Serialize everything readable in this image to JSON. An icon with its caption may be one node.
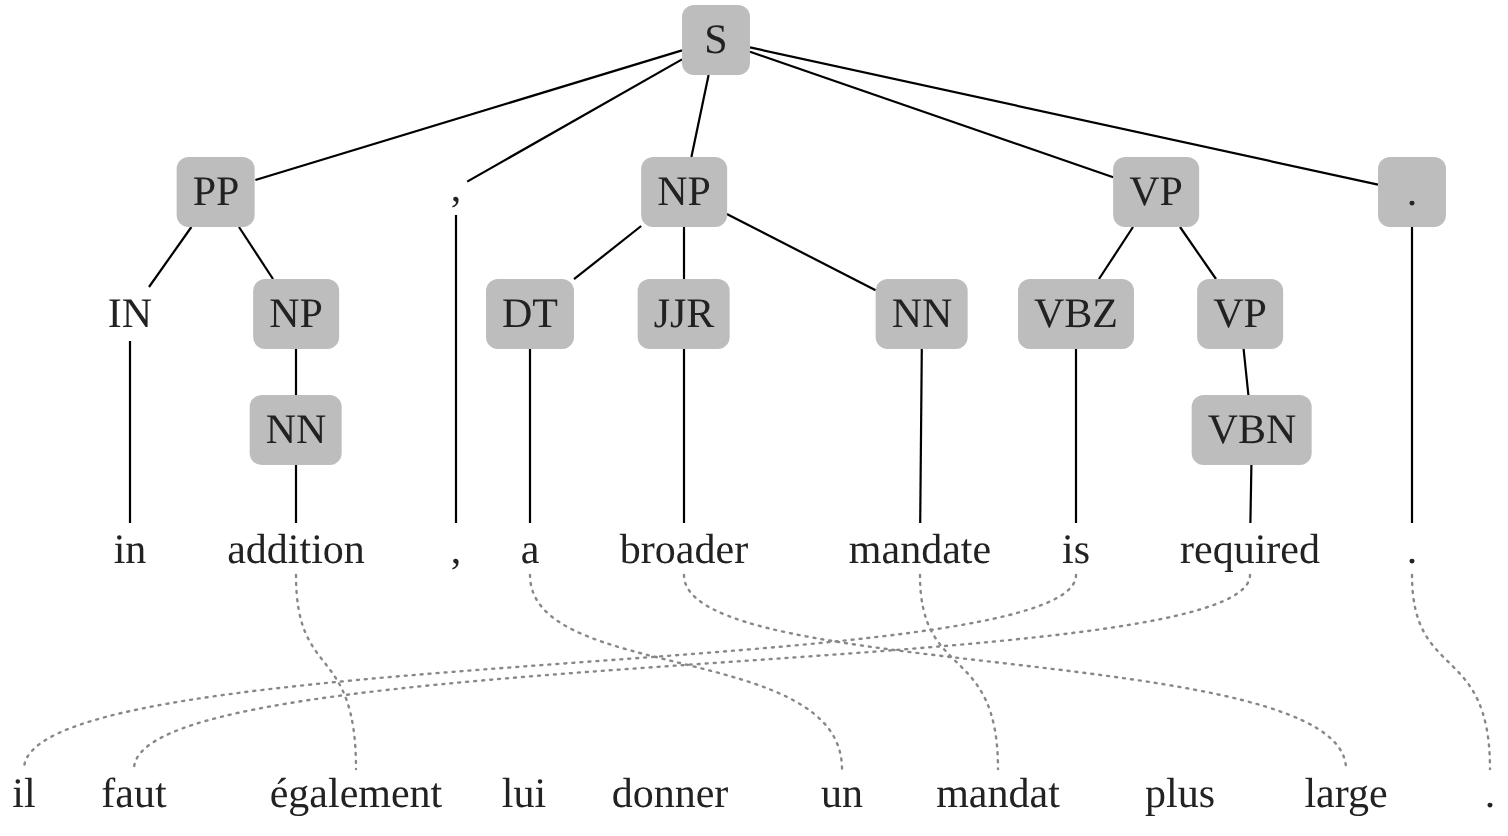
{
  "diagram": {
    "nodes": [
      {
        "text": [
          "S"
        ]
      },
      {
        "text": [
          "PP"
        ]
      },
      {
        "text": [
          ","
        ]
      },
      {
        "text": [
          "NP"
        ]
      },
      {
        "text": [
          "VP"
        ]
      },
      {
        "text": [
          "."
        ]
      },
      {
        "text": [
          "IN"
        ]
      },
      {
        "text": [
          "NP"
        ]
      },
      {
        "text": [
          "DT"
        ]
      },
      {
        "text": [
          "JJR"
        ]
      },
      {
        "text": [
          "NN"
        ]
      },
      {
        "text": [
          "VBZ"
        ]
      },
      {
        "text": [
          "VP"
        ]
      },
      {
        "text": [
          "NN"
        ]
      },
      {
        "text": [
          "VBN"
        ]
      },
      {
        "text": [
          "in"
        ]
      },
      {
        "text": [
          "addition"
        ]
      },
      {
        "text": [
          ","
        ]
      },
      {
        "text": [
          "a"
        ]
      },
      {
        "text": [
          "broader"
        ]
      },
      {
        "text": [
          "mandate"
        ]
      },
      {
        "text": [
          "is"
        ]
      },
      {
        "text": [
          "required"
        ]
      },
      {
        "text": [
          "."
        ]
      },
      {
        "text": [
          "il"
        ]
      },
      {
        "text": [
          "faut"
        ]
      },
      {
        "text": [
          "également"
        ]
      },
      {
        "text": [
          "lui"
        ]
      },
      {
        "text": [
          "donner"
        ]
      },
      {
        "text": [
          "un"
        ]
      },
      {
        "text": [
          "mandat"
        ]
      },
      {
        "text": [
          "plus"
        ]
      },
      {
        "text": [
          "large"
        ]
      },
      {
        "text": [
          "."
        ]
      }
    ],
    "edges": [
      {
        "from": 0,
        "to": 1,
        "arrow": "none"
      },
      {
        "from": 0,
        "to": 2,
        "arrow": "none"
      },
      {
        "from": 0,
        "to": 3,
        "arrow": "none"
      },
      {
        "from": 0,
        "to": 4,
        "arrow": "none"
      },
      {
        "from": 0,
        "to": 5,
        "arrow": "none"
      },
      {
        "from": 1,
        "to": 6,
        "arrow": "none"
      },
      {
        "from": 1,
        "to": 7,
        "arrow": "none"
      },
      {
        "from": 3,
        "to": 8,
        "arrow": "none"
      },
      {
        "from": 3,
        "to": 9,
        "arrow": "none"
      },
      {
        "from": 3,
        "to": 10,
        "arrow": "none"
      },
      {
        "from": 4,
        "to": 11,
        "arrow": "none"
      },
      {
        "from": 4,
        "to": 12,
        "arrow": "none"
      },
      {
        "from": 7,
        "to": 13,
        "arrow": "none"
      },
      {
        "from": 12,
        "to": 14,
        "arrow": "none"
      },
      {
        "from": 6,
        "to": 15,
        "arrow": "none"
      },
      {
        "from": 13,
        "to": 16,
        "arrow": "none"
      },
      {
        "from": 2,
        "to": 17,
        "arrow": "none"
      },
      {
        "from": 8,
        "to": 18,
        "arrow": "none"
      },
      {
        "from": 9,
        "to": 19,
        "arrow": "none"
      },
      {
        "from": 10,
        "to": 20,
        "arrow": "none"
      },
      {
        "from": 11,
        "to": 21,
        "arrow": "none"
      },
      {
        "from": 14,
        "to": 22,
        "arrow": "none"
      },
      {
        "from": 5,
        "to": 23,
        "arrow": "none"
      },
      {
        "from": 16,
        "to": 26,
        "arrow": "none",
        "style": "dashed",
        "color": "#888888"
      },
      {
        "from": 18,
        "to": 29,
        "arrow": "none",
        "style": "dashed",
        "color": "#888888"
      },
      {
        "from": 19,
        "to": 32,
        "arrow": "none",
        "style": "dashed",
        "color": "#888888"
      },
      {
        "from": 20,
        "to": 30,
        "arrow": "none",
        "style": "dashed",
        "color": "#888888"
      },
      {
        "from": 21,
        "to": 24,
        "arrow": "none",
        "style": "dashed",
        "color": "#888888"
      },
      {
        "from": 22,
        "to": 25,
        "arrow": "none",
        "style": "dashed",
        "color": "#888888"
      },
      {
        "from": 23,
        "to": 33,
        "arrow": "none",
        "style": "dashed",
        "color": "#888888"
      }
    ]
  }
}
